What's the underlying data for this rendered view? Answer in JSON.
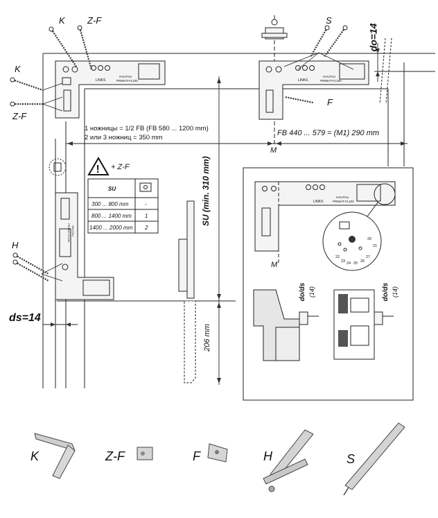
{
  "labels": {
    "k_top": "K",
    "zf_top": "Z-F",
    "k_left": "K",
    "zf_left": "Z-F",
    "s_top": "S",
    "f_right": "F",
    "h_left": "H",
    "do": "do=14",
    "ds": "ds=14",
    "m_main": "M",
    "m_inset": "M",
    "su": "SU (min. 310 mm)",
    "mm206": "206 mm",
    "dods1": "do/ds",
    "dods1_val": "(14)",
    "dods2": "do/ds",
    "dods2_val": "(14)",
    "warning_label": "+ Z-F",
    "bracket_text_1": "LINKS",
    "bracket_text_2": "HAUTAU",
    "bracket_text_3": "PRIMAT-FL100",
    "bracket_text_4": "LINKS",
    "bracket_text_5": "HAUTAU",
    "bracket_text_6": "PRIMAT-FL100",
    "bracket_text_7": "LINKS",
    "bracket_text_8": "HAUTAU",
    "bracket_text_9": "PRIMAT-FL100",
    "side_text_1": "HAUTAU",
    "side_text_2": "PRIMAT-FL100",
    "inset_numbers": [
      "20",
      "21",
      "22",
      "23",
      "24",
      "25",
      "26",
      "27"
    ]
  },
  "notes": {
    "line1": "1 ножницы = 1/2 FB (FB 580 ... 1200 mm)",
    "line2": "2 или 3 ножниц = 350 mm",
    "fb": "FB 440 ... 579 = (M1) 290 mm"
  },
  "table": {
    "header": "SU",
    "rows": [
      {
        "range": "300 ... 800 mm",
        "count": "-"
      },
      {
        "range": "800 ... 1400 mm",
        "count": "1"
      },
      {
        "range": "1400 ... 2000 mm",
        "count": "2"
      }
    ]
  },
  "parts": [
    {
      "letter": "K"
    },
    {
      "letter": "Z-F"
    },
    {
      "letter": "F"
    },
    {
      "letter": "H"
    },
    {
      "letter": "S"
    }
  ]
}
